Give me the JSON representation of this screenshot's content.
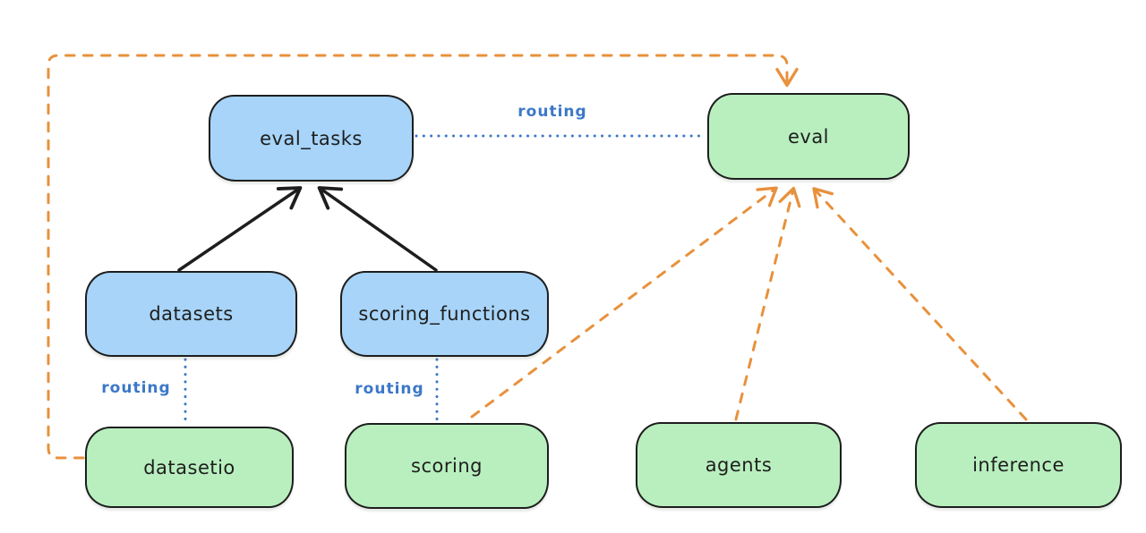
{
  "diagram": {
    "background": "#ffffff",
    "colors": {
      "api_box_fill": "#a7d4f8",
      "provider_box_fill": "#b9efbf",
      "box_stroke": "#1e1e1e",
      "routing_blue": "#3b78c8",
      "orange_dashed": "#e8913d",
      "solid_arrow_black": "#1e1e1e"
    },
    "nodes": [
      {
        "id": "eval_tasks",
        "label": "eval_tasks",
        "fill": "#a7d4f8"
      },
      {
        "id": "eval",
        "label": "eval",
        "fill": "#b9efbf"
      },
      {
        "id": "datasets",
        "label": "datasets",
        "fill": "#a7d4f8"
      },
      {
        "id": "scoring_functions",
        "label": "scoring_functions",
        "fill": "#a7d4f8"
      },
      {
        "id": "datasetio",
        "label": "datasetio",
        "fill": "#b9efbf"
      },
      {
        "id": "scoring",
        "label": "scoring",
        "fill": "#b9efbf"
      },
      {
        "id": "agents",
        "label": "agents",
        "fill": "#b9efbf"
      },
      {
        "id": "inference",
        "label": "inference",
        "fill": "#b9efbf"
      }
    ],
    "edges": [
      {
        "from": "datasets",
        "to": "eval_tasks",
        "style": "solid-black-arrow"
      },
      {
        "from": "scoring_functions",
        "to": "eval_tasks",
        "style": "solid-black-arrow"
      },
      {
        "from": "eval_tasks",
        "to": "eval",
        "style": "dotted-blue",
        "label": "routing"
      },
      {
        "from": "datasets",
        "to": "datasetio",
        "style": "dotted-blue",
        "label": "routing"
      },
      {
        "from": "scoring_functions",
        "to": "scoring",
        "style": "dotted-blue",
        "label": "routing"
      },
      {
        "from": "datasetio",
        "to": "eval",
        "style": "dashed-orange-arrow"
      },
      {
        "from": "scoring",
        "to": "eval",
        "style": "dashed-orange-arrow"
      },
      {
        "from": "agents",
        "to": "eval",
        "style": "dashed-orange-arrow"
      },
      {
        "from": "inference",
        "to": "eval",
        "style": "dashed-orange-arrow"
      }
    ],
    "edge_labels": {
      "routing_top": "routing",
      "routing_left": "routing",
      "routing_mid": "routing"
    }
  }
}
